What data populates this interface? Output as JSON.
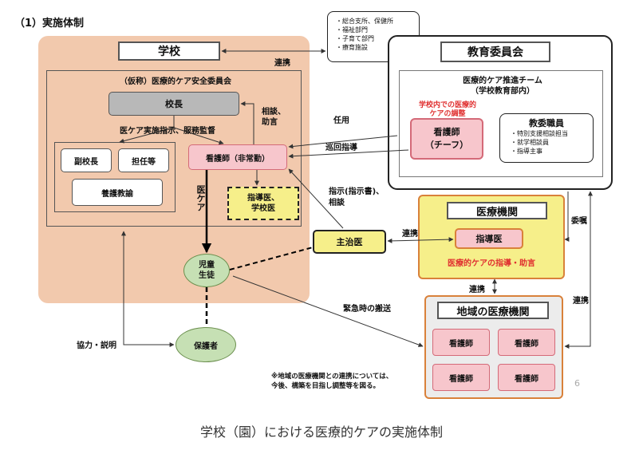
{
  "section_title": "（1）実施体制",
  "school": {
    "title": "学校",
    "committee_title": "（仮称）医療的ケア安全委員会",
    "principal": "校長",
    "vice_principal": "副校長",
    "homeroom": "担任等",
    "school_nurse_teacher": "養護教諭",
    "nurse": "看護師（非常勤）",
    "advisory_doctor": "指導医、\n学校医",
    "student": "児童\n生徒"
  },
  "external_services": {
    "items": [
      "・総合支所、保健所",
      "・福祉部門",
      "・子育て部門",
      "・療育施設"
    ]
  },
  "board": {
    "title": "教育委員会",
    "team_title": "医療的ケア推進チーム\n（学校教育部内）",
    "coordination_note": "学校内での医療的\nケアの調整",
    "nurse_chief": "看護師\n（チーフ）",
    "staff_title": "教委職員",
    "staff_items": "・特別支援相談担当\n・就学相談員\n・指導主事"
  },
  "attending_doctor": "主治医",
  "medical_institution": {
    "title": "医療機関",
    "guidance_doctor": "指導医",
    "note": "医療的ケアの指導・助言"
  },
  "regional": {
    "title": "地域の医療機関",
    "nurses": [
      "看護師",
      "看護師",
      "看護師",
      "看護師"
    ]
  },
  "guardian": "保護者",
  "labels": {
    "cooperation_top": "連携",
    "consultation_advice": "相談、\n助言",
    "instruction_supervision": "医ケア実施指示、服務監督",
    "appointment": "任用",
    "patrol_guidance": "巡回指導",
    "medical_care_vertical": "医ケア",
    "instructions": "指示(指示書)、\n相談",
    "cooperation_mid": "連携",
    "commission": "委嘱",
    "cooperation_bottom": "連携",
    "cooperation_right": "連携",
    "emergency_transport": "緊急時の搬送",
    "cooperation_explanation": "協力・説明"
  },
  "footnote": "※地域の医療機関との連携については、\n今後、構築を目指し調整等を図る。",
  "slide_number": "6",
  "caption": "学校（園）における医療的ケアの実施体制",
  "colors": {
    "school_bg": "#f2c9ad",
    "nurse_pink": "#f7c6cc",
    "nurse_border": "#d46a78",
    "yellow": "#f6ef8a",
    "yellow_border": "#222222",
    "med_border": "#d9813a",
    "green": "#c6e0b4",
    "green_border": "#6b8f4e",
    "red_text": "#e03030"
  }
}
